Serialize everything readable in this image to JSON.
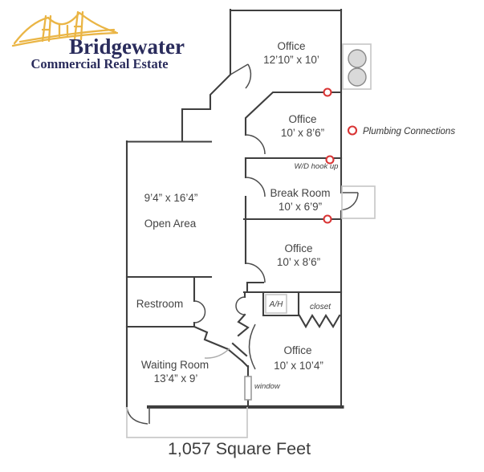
{
  "logo": {
    "title": "Bridgewater",
    "subtitle": "Commercial Real Estate"
  },
  "legend": {
    "plumbing": "Plumbing Connections"
  },
  "rooms": {
    "office_top": {
      "name": "Office",
      "dims": "12’10” x 10’"
    },
    "office_upper": {
      "name": "Office",
      "dims": "10’ x 8’6”"
    },
    "break_room": {
      "name": "Break Room",
      "dims": "10’ x 6’9”"
    },
    "office_mid": {
      "name": "Office",
      "dims": "10’ x 8’6”"
    },
    "open_area": {
      "dims": "9’4” x 16’4”",
      "name": "Open Area"
    },
    "restroom": {
      "name": "Restroom"
    },
    "waiting_room": {
      "name": "Waiting Room",
      "dims": "13’4” x 9’"
    },
    "office_bottom": {
      "name": "Office",
      "dims": "10’ x 10’4”"
    }
  },
  "annotations": {
    "wd_hookup": "W/D hook up",
    "ah_unit": "A/H",
    "closet": "closet",
    "window": "window"
  },
  "footer": {
    "total_area": "1,057 Square Feet"
  },
  "colors": {
    "wall": "#3f3f3f",
    "plumbing_red": "#d93434",
    "logo_navy": "#2a2c5c",
    "logo_gold": "#eab545",
    "fixture_gray": "#c9c9c9",
    "text": "#444444"
  }
}
